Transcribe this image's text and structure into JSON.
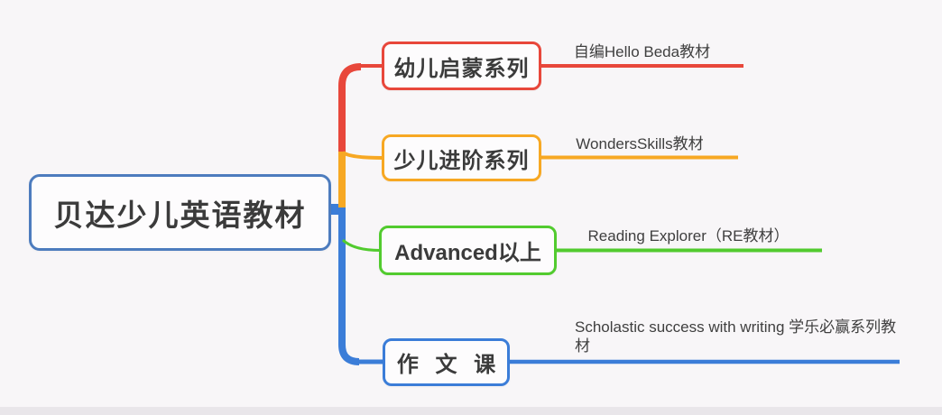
{
  "diagram": {
    "type": "mindmap",
    "root": {
      "label": "贝达少儿英语教材"
    },
    "branches": [
      {
        "name": "red",
        "label": "幼儿启蒙系列",
        "child": "自编Hello Beda教材",
        "color": "#e8473b"
      },
      {
        "name": "orange",
        "label": "少儿进阶系列",
        "child": "WondersSkills教材",
        "color": "#f7a823"
      },
      {
        "name": "green",
        "label": "Advanced以上",
        "child": "Reading Explorer（RE教材）",
        "color": "#52cb2f"
      },
      {
        "name": "blue",
        "label": "作 文 课",
        "child": "Scholastic success with writing 学乐必赢系列教材",
        "color": "#3b7dd8"
      }
    ],
    "colors": {
      "root_border": "#4d7cbe",
      "background": "#f8f6f8",
      "bottom_strip": "#e9e6ea",
      "node_fill": "#fdfcfd",
      "text": "#3b3b3b"
    }
  }
}
